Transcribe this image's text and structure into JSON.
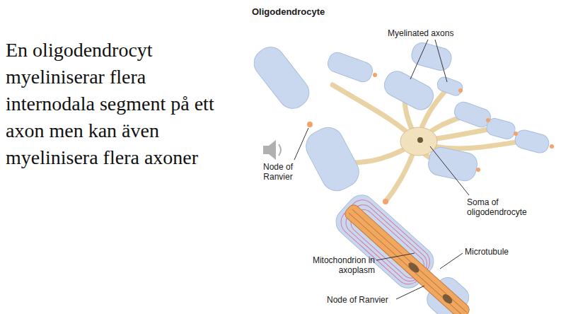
{
  "diagram": {
    "title": "Oligodendrocyte",
    "labels": [
      "En oligodendrocyt myeliniserar flera internodala segment på ett axon men kan även myelinisera flera axoner",
      "Myelinated axons",
      "Node of Ranvier",
      "Soma of oligodendrocyte",
      "Mitochondrion in axoplasm",
      "Microtubule",
      "Node of Ranvier"
    ]
  }
}
